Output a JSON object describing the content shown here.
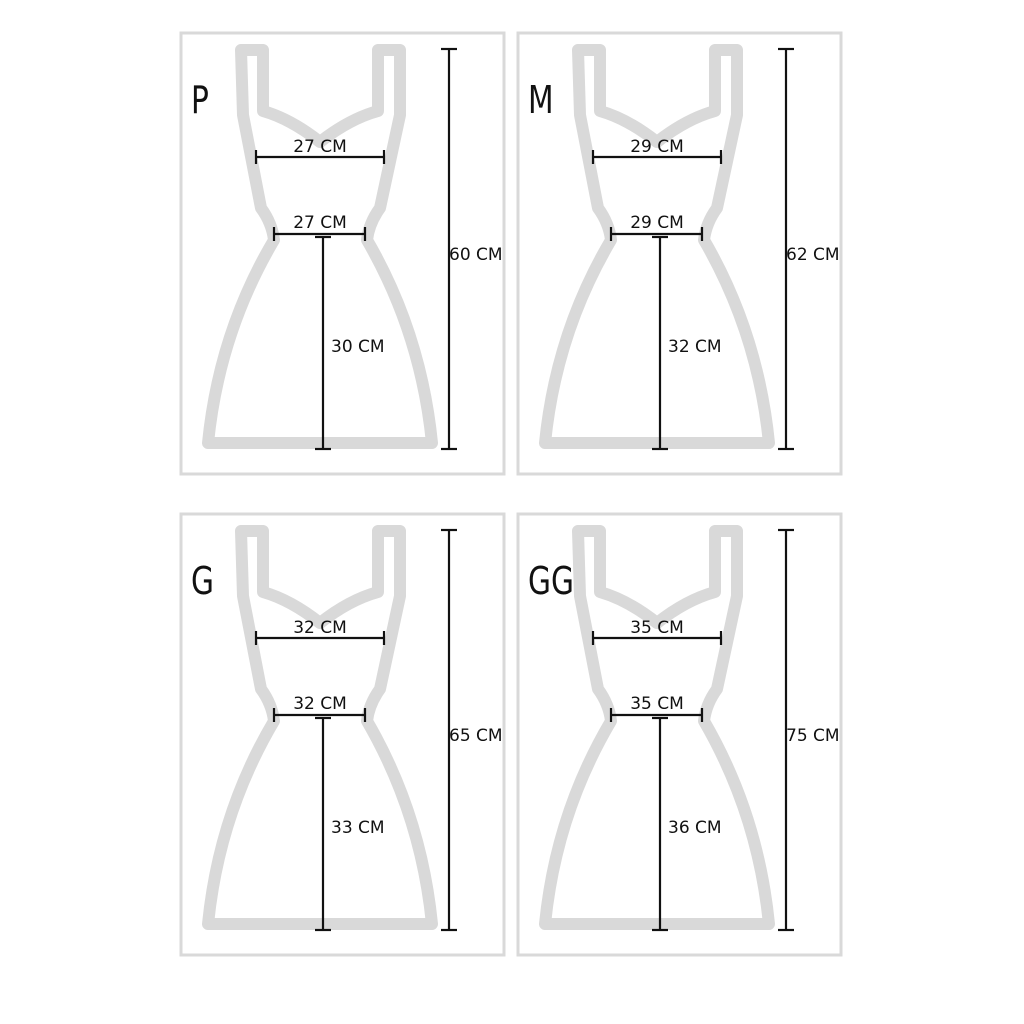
{
  "colors": {
    "frame": "#d9d9d9",
    "dress_outline": "#d9d9d9",
    "measure_line": "#111111",
    "text": "#111111",
    "background": "#ffffff"
  },
  "panels": [
    {
      "size": "P",
      "bust": "27 CM",
      "waist": "27 CM",
      "skirt": "30 CM",
      "total": "60 CM"
    },
    {
      "size": "M",
      "bust": "29 CM",
      "waist": "29 CM",
      "skirt": "32 CM",
      "total": "62 CM"
    },
    {
      "size": "G",
      "bust": "32 CM",
      "waist": "32 CM",
      "skirt": "33 CM",
      "total": "65 CM"
    },
    {
      "size": "GG",
      "bust": "35 CM",
      "waist": "35 CM",
      "skirt": "36 CM",
      "total": "75 CM"
    }
  ]
}
